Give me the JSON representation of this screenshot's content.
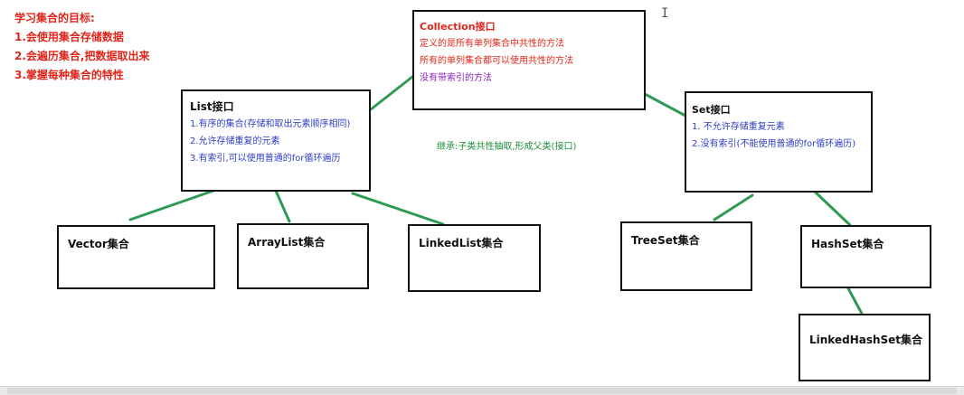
{
  "goals": {
    "title": "学习集合的目标:",
    "items": [
      "1.会使用集合存储数据",
      "2.会遍历集合,把数据取出来",
      "3.掌握每种集合的特性"
    ]
  },
  "collection": {
    "title": "Collection接口",
    "lines": [
      "定义的是所有单列集合中共性的方法",
      "所有的单列集合都可以使用共性的方法",
      "没有带索引的方法"
    ]
  },
  "list": {
    "title": "List接口",
    "lines": [
      "1.有序的集合(存储和取出元素顺序相同)",
      "2.允许存储重复的元素",
      "3.有索引,可以使用普通的for循环遍历"
    ]
  },
  "set": {
    "title": "Set接口",
    "lines": [
      "1. 不允许存储重复元素",
      "2.没有索引(不能使用普通的for循环遍历)"
    ]
  },
  "inherit_note": "继承:子类共性抽取,形成父类(接口)",
  "classes": {
    "vector": "Vector集合",
    "arraylist": "ArrayList集合",
    "linkedlist": "LinkedList集合",
    "treeset": "TreeSet集合",
    "hashset": "HashSet集合",
    "linkedhashset": "LinkedHashSet集合"
  },
  "colors": {
    "red": "#e0261b",
    "purple": "#8b1fb8",
    "blue": "#2f3fc4",
    "green_link": "#2e9a52",
    "note_green": "#1f8f3a"
  },
  "cursor_glyph": "I"
}
